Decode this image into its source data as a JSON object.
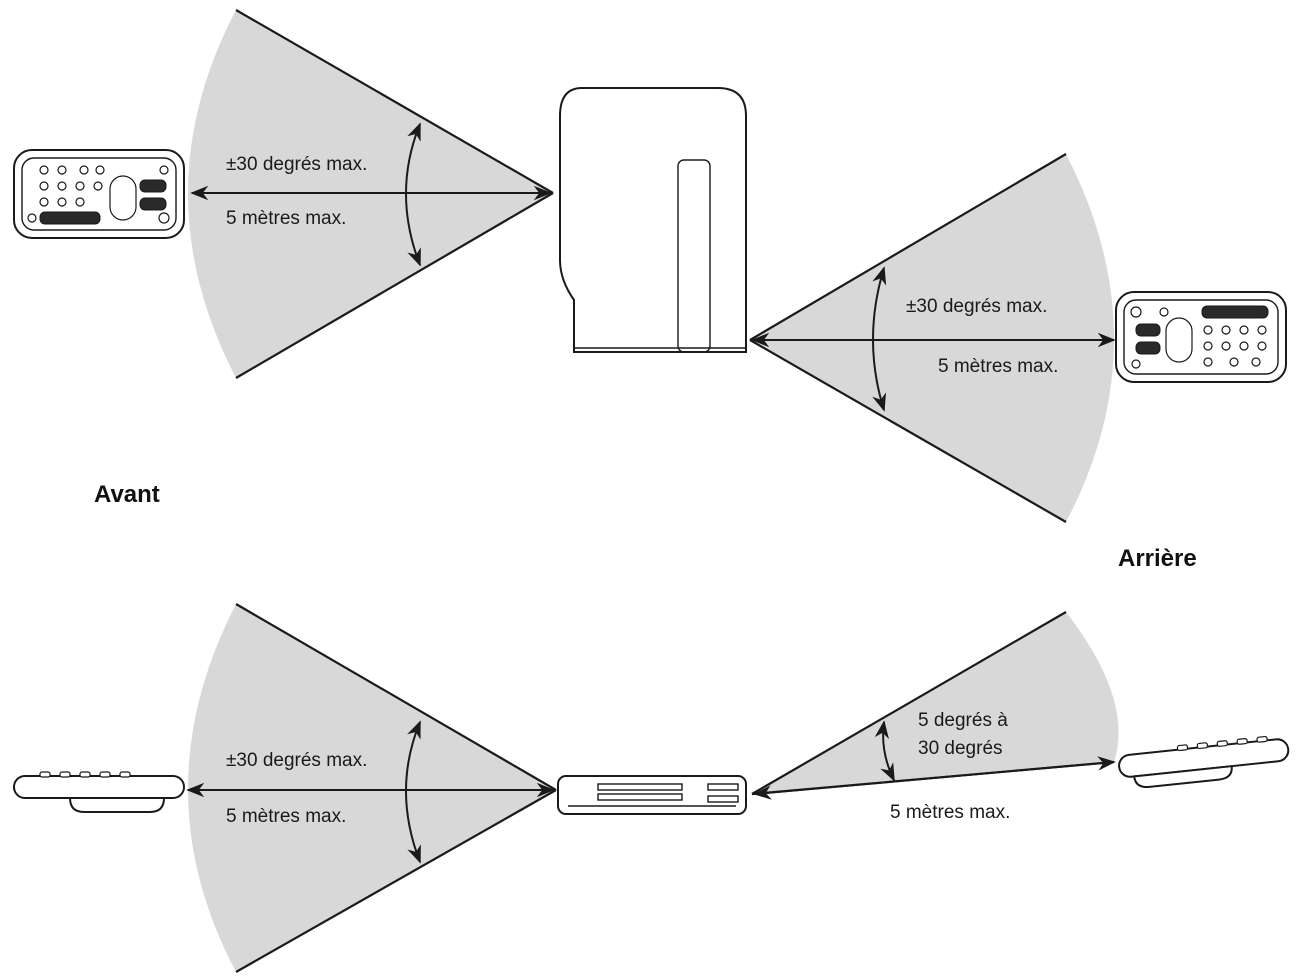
{
  "labels": {
    "front": "Avant",
    "rear": "Arrière",
    "angle_30": "±30 degrés max.",
    "distance_5m": "5 mètres max.",
    "angle_5_30_line1": "5 degrés à",
    "angle_5_30_line2": "30 degrés"
  },
  "colors": {
    "wedge_fill": "#d8d8d8",
    "line": "#1a1a1a",
    "background": "#ffffff"
  },
  "icons": [
    "remote-control-icon",
    "projector-icon"
  ]
}
